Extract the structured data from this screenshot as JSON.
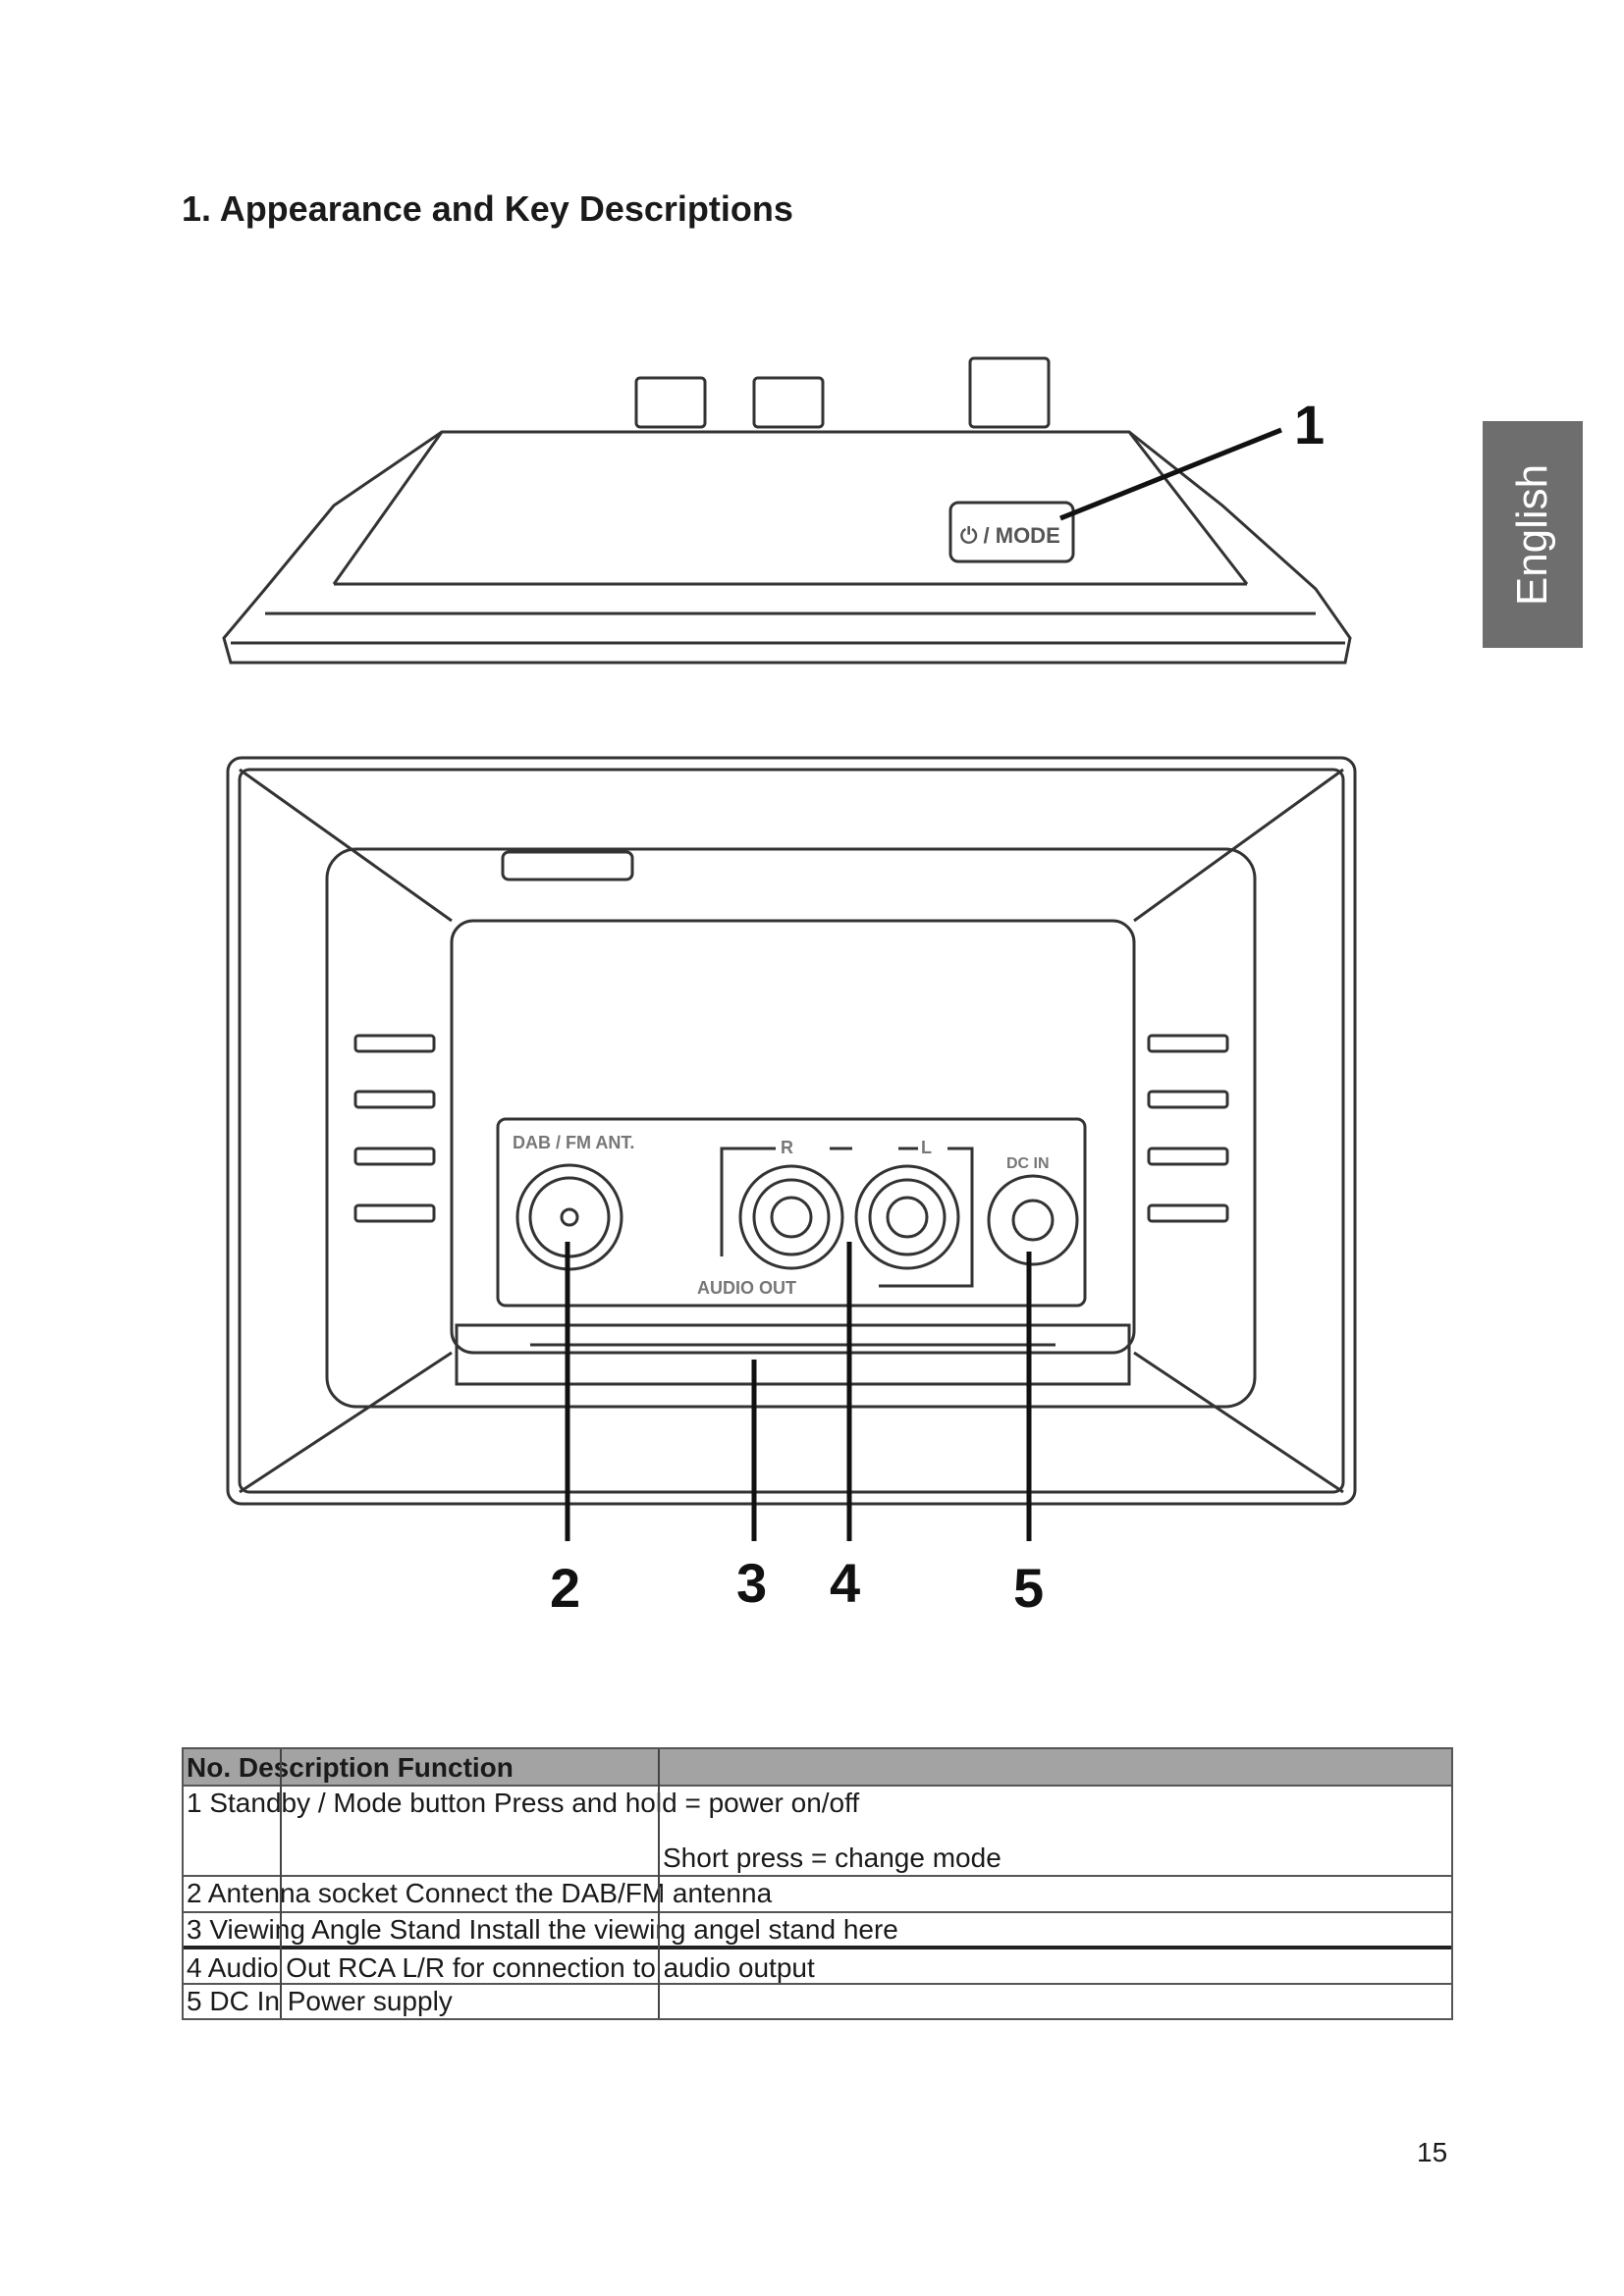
{
  "heading": "1. Appearance and Key Descriptions",
  "language_tab": "English",
  "device_labels": {
    "mode_button": "⏻ / MODE",
    "antenna": "DAB / FM ANT.",
    "right": "R",
    "left": "L",
    "audio_out": "AUDIO OUT",
    "dc_in": "DC IN"
  },
  "callouts": [
    "1",
    "2",
    "3",
    "4",
    "5"
  ],
  "table": {
    "header": "No. Description Function",
    "rows": [
      {
        "text": "1 Standby / Mode button Press and hold = power on/off",
        "extra": "Short press = change mode"
      },
      {
        "text": "2 Antenna socket Connect the DAB/FM antenna"
      },
      {
        "text": "3 Viewing Angle Stand Install the viewing angel stand here"
      },
      {
        "text": "4 Audio Out RCA L/R for connection to audio output"
      },
      {
        "text": "5 DC In Power supply"
      }
    ]
  },
  "page_number": "15"
}
